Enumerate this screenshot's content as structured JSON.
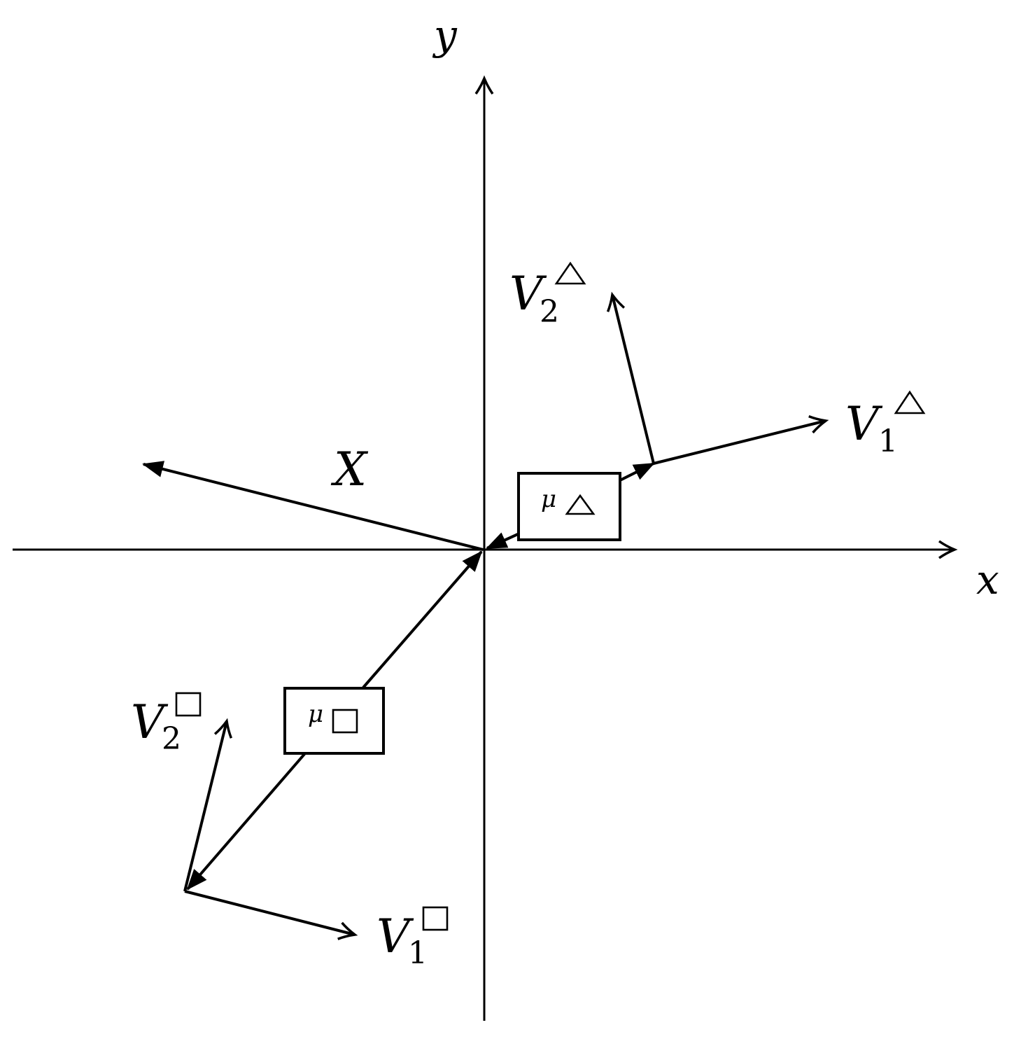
{
  "axes": {
    "x_label": "x",
    "y_label": "y"
  },
  "vectors": {
    "X": {
      "label": "X"
    },
    "V1_triangle": {
      "letter": "V",
      "subscript": "1",
      "superscript_symbol": "triangle"
    },
    "V2_triangle": {
      "letter": "V",
      "subscript": "2",
      "superscript_symbol": "triangle"
    },
    "V1_square": {
      "letter": "V",
      "subscript": "1",
      "superscript_symbol": "square"
    },
    "V2_square": {
      "letter": "V",
      "subscript": "2",
      "superscript_symbol": "square"
    }
  },
  "boxes": {
    "mu_triangle": {
      "letter": "μ",
      "subscript_symbol": "triangle"
    },
    "mu_square": {
      "letter": "μ",
      "subscript_symbol": "square"
    }
  },
  "colors": {
    "ink": "#000000",
    "background": "#ffffff"
  }
}
